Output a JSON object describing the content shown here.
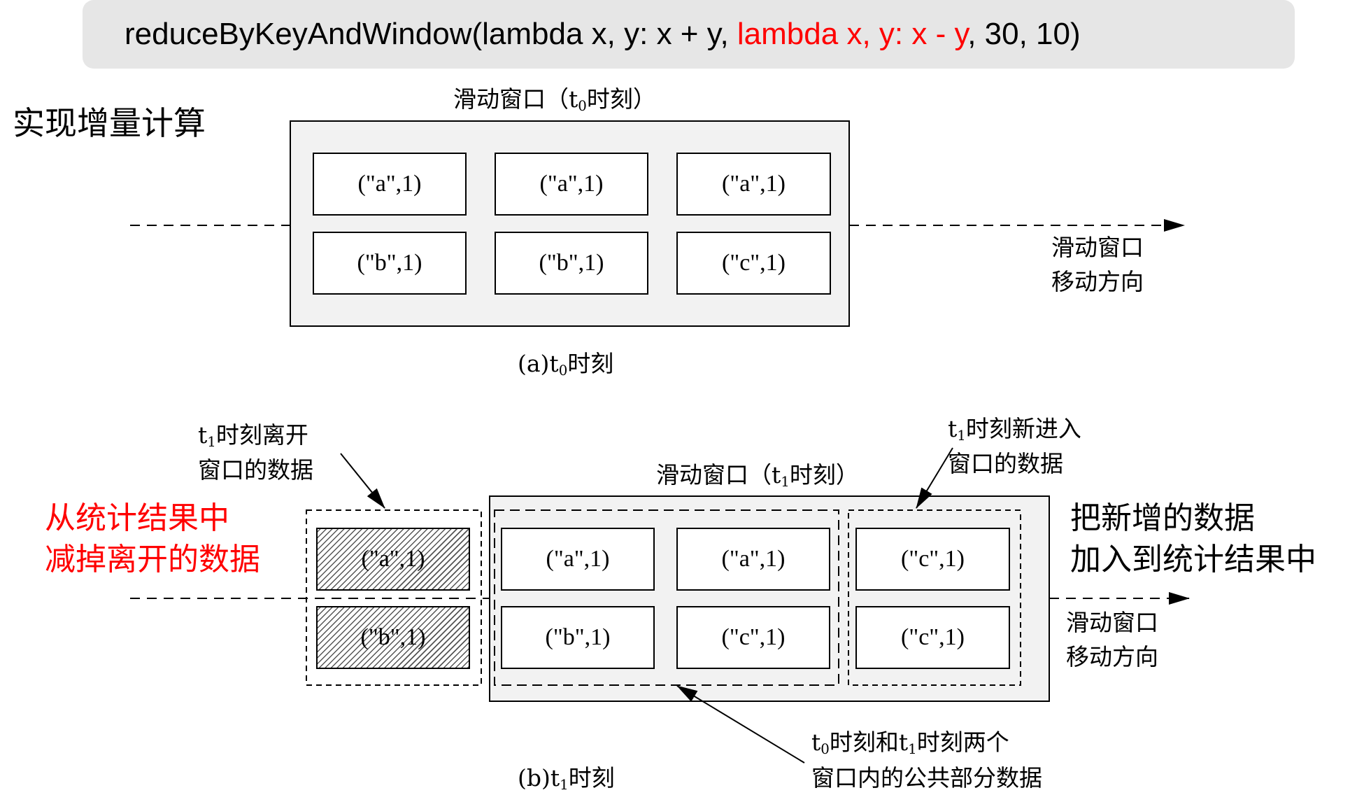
{
  "code": {
    "prefix": "reduceByKeyAndWindow(lambda x, y: x + y, ",
    "inverse": "lambda x, y: x - y",
    "suffix": ", 30, 10)",
    "inverse_color": "#ff0000"
  },
  "heading": "实现增量计算",
  "part_a": {
    "window_title_pre": "滑动窗口（t",
    "window_title_sub": "0",
    "window_title_post": "时刻）",
    "cells": [
      "(\"a\",1)",
      "(\"a\",1)",
      "(\"a\",1)",
      "(\"b\",1)",
      "(\"b\",1)",
      "(\"c\",1)"
    ],
    "direction_line1": "滑动窗口",
    "direction_line2": "移动方向",
    "caption_pre": "(a)t",
    "caption_sub": "0",
    "caption_post": "时刻"
  },
  "part_b": {
    "leave_label_line1_pre": "t",
    "leave_label_line1_sub": "1",
    "leave_label_line1_post": "时刻离开",
    "leave_label_line2": "窗口的数据",
    "left_red_line1": "从统计结果中",
    "left_red_line2": "减掉离开的数据",
    "left_red_color": "#ff0000",
    "window_title_pre": "滑动窗口（t",
    "window_title_sub": "1",
    "window_title_post": "时刻）",
    "new_label_line1_pre": "t",
    "new_label_line1_sub": "1",
    "new_label_line1_post": "时刻新进入",
    "new_label_line2": "窗口的数据",
    "right_line1": "把新增的数据",
    "right_line2": "加入到统计结果中",
    "left_cells": [
      "(\"a\",1)",
      "(\"b\",1)"
    ],
    "common_cells": [
      "(\"a\",1)",
      "(\"a\",1)",
      "(\"b\",1)",
      "(\"c\",1)"
    ],
    "new_cells": [
      "(\"c\",1)",
      "(\"c\",1)"
    ],
    "direction_line1": "滑动窗口",
    "direction_line2": "移动方向",
    "common_label_line1_pre": "t",
    "common_label_line1_sub": "0",
    "common_label_line1_mid": "时刻和t",
    "common_label_line1_sub2": "1",
    "common_label_line1_post": "时刻两个",
    "common_label_line2": "窗口内的公共部分数据",
    "caption_pre": "(b)t",
    "caption_sub": "1",
    "caption_post": "时刻"
  }
}
